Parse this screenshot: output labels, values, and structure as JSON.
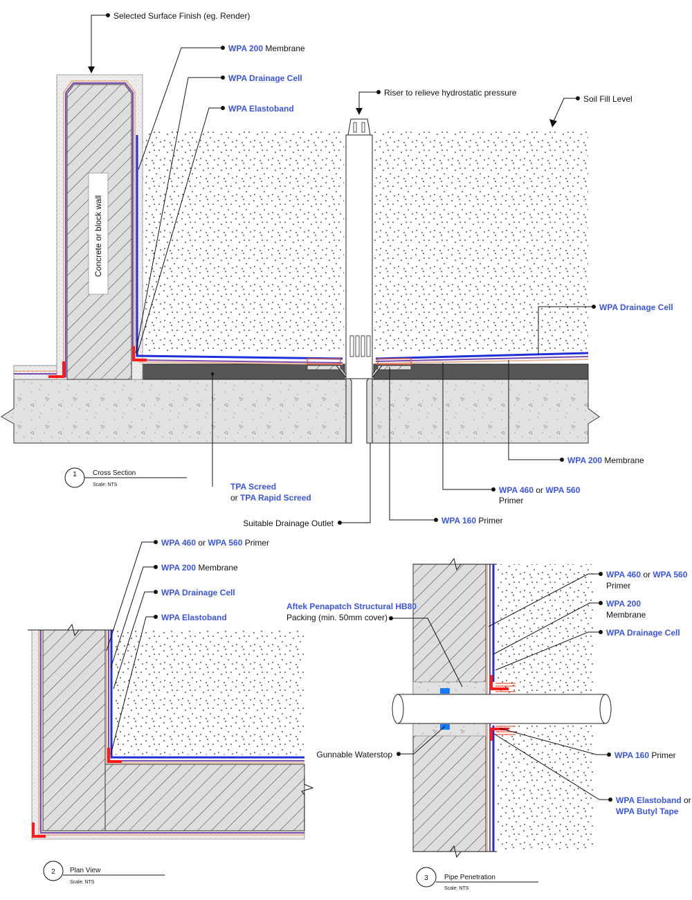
{
  "colors": {
    "membrane": "#1e2fd8",
    "elastoband": "#ff1a1a",
    "drainage_cell": "#7a4ab0",
    "primer": "#e7b89a",
    "label_blue": "#3a55e8",
    "screed": "#555555",
    "concrete": "#e4e4e4"
  },
  "cross_section": {
    "labels": {
      "surface_finish": "Selected Surface Finish (eg. Render)",
      "membrane_product": "WPA 200",
      "membrane_suffix": " Membrane",
      "drainage_cell": "WPA Drainage Cell",
      "elastoband": "WPA Elastoband",
      "riser": "Riser to relieve hydrostatic pressure",
      "soil_fill": "Soil Fill Level",
      "wall": "Concrete or block wall",
      "drainage_cell_right": "WPA Drainage Cell",
      "membrane_right_product": "WPA 200",
      "membrane_right_suffix": " Membrane",
      "primer_a": "WPA 460",
      "primer_or": " or ",
      "primer_b": "WPA 560",
      "primer_word": "Primer",
      "screed_a": "TPA Screed",
      "screed_or": "or ",
      "screed_b": "TPA Rapid Screed",
      "outlet": "Suitable Drainage Outlet",
      "primer160": "WPA 160",
      "primer160_suffix": " Primer"
    },
    "title": {
      "number": "1",
      "name": "Cross Section",
      "scale": "Scale:  NTS"
    }
  },
  "plan_view": {
    "labels": {
      "primer_a": "WPA 460",
      "primer_or": " or ",
      "primer_b": "WPA 560",
      "primer_suffix": " Primer",
      "membrane_product": "WPA 200",
      "membrane_suffix": " Membrane",
      "drainage_cell": "WPA Drainage Cell",
      "elastoband": "WPA Elastoband"
    },
    "title": {
      "number": "2",
      "name": "Plan View",
      "scale": "Scale:  NTS"
    }
  },
  "pipe_penetration": {
    "labels": {
      "primer_a": "WPA 460",
      "primer_or": " or ",
      "primer_b": "WPA 560",
      "primer_word": "Primer",
      "membrane_product": "WPA 200",
      "membrane_word": "Membrane",
      "drainage_cell": "WPA Drainage Cell",
      "packing_product": "Aftek Penapatch Structural HB80",
      "packing_text": "Packing (min. 50mm cover)",
      "waterstop": "Gunnable Waterstop",
      "primer160": "WPA 160",
      "primer160_suffix": " Primer",
      "elastoband": "WPA Elastoband",
      "elastoband_or": " or",
      "butyl": "WPA Butyl Tape"
    },
    "title": {
      "number": "3",
      "name": "Pipe Penetration",
      "scale": "Scale:  NTS"
    }
  }
}
